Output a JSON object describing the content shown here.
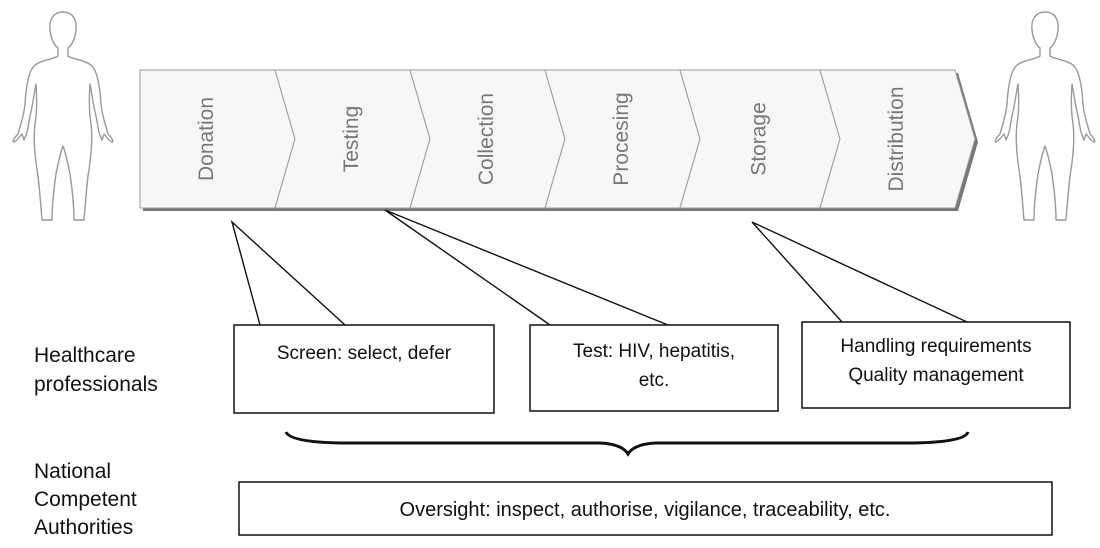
{
  "process_stages": [
    "Donation",
    "Testing",
    "Collection",
    "Procesing",
    "Storage",
    "Distribution"
  ],
  "row_labels": {
    "healthcare": [
      "Healthcare",
      "professionals"
    ],
    "authorities": [
      "National",
      "Competent",
      "Authorities"
    ]
  },
  "callouts": {
    "screen": [
      "Screen: select, defer"
    ],
    "test": [
      "Test: HIV, hepatitis,",
      "etc."
    ],
    "handling": [
      "Handling requirements",
      "Quality management"
    ]
  },
  "oversight": "Oversight: inspect, authorise, vigilance, traceability, etc.",
  "icons": {
    "left": "human-body-outline-icon",
    "right": "human-body-outline-icon"
  },
  "colors": {
    "chevron_fill": "#f7f7f7",
    "chevron_shadow": "#777777",
    "stage_text": "#777777",
    "line": "#111111"
  }
}
